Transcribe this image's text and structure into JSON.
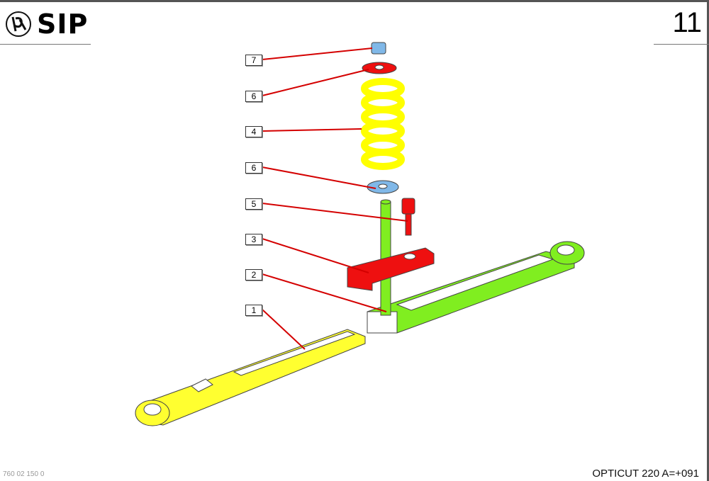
{
  "header": {
    "brand": "SIP",
    "page_number": "11"
  },
  "footer": {
    "document_code": "760 02 150 0",
    "model": "OPTICUT 220 A=+091"
  },
  "callouts": [
    {
      "label": "7",
      "part": "nut"
    },
    {
      "label": "6",
      "part": "upper-washer"
    },
    {
      "label": "4",
      "part": "spring"
    },
    {
      "label": "6",
      "part": "lower-washer"
    },
    {
      "label": "5",
      "part": "bolt"
    },
    {
      "label": "3",
      "part": "bracket"
    },
    {
      "label": "2",
      "part": "upper-arm"
    },
    {
      "label": "1",
      "part": "lower-arm"
    }
  ],
  "colors": {
    "leader": "#d40000",
    "spring": "#ffff00",
    "arm_upper": "#80ee20",
    "bracket": "#ee1010",
    "washer": "#80b8e8"
  }
}
